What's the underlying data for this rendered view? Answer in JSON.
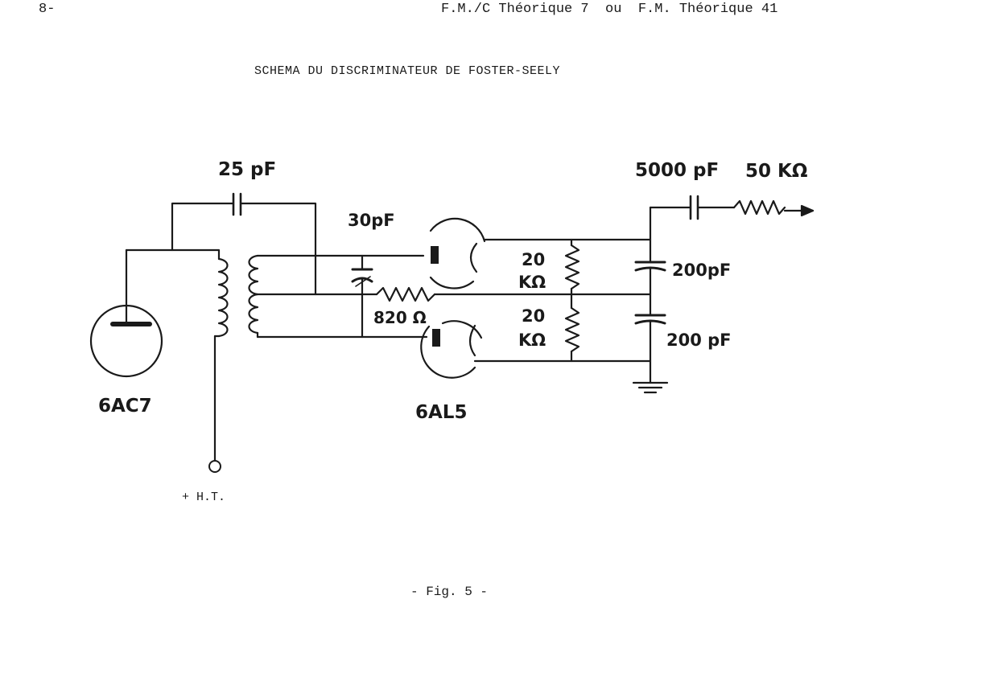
{
  "header": {
    "page_number": "8-",
    "reference": "F.M./C Théorique 7  ou  F.M. Théorique 41"
  },
  "title": "SCHEMA DU DISCRIMINATEUR DE FOSTER-SEELY",
  "components": {
    "coupling_capacitor": "25 pF",
    "tuning_capacitor": "30pF",
    "series_resistor": "820 Ω",
    "tube_amplifier": "6AC7",
    "tube_diode": "6AL5",
    "load_resistor_top_value": "20",
    "load_resistor_top_unit": "KΩ",
    "load_resistor_bottom_value": "20",
    "load_resistor_bottom_unit": "KΩ",
    "filter_capacitor_top": "200pF",
    "filter_capacitor_bottom": "200 pF",
    "output_capacitor": "5000 pF",
    "output_resistor": "50 KΩ",
    "supply": "+ H.T."
  },
  "caption": "- Fig. 5 -",
  "colors": {
    "ink": "#1a1a1a",
    "paper": "#ffffff"
  }
}
